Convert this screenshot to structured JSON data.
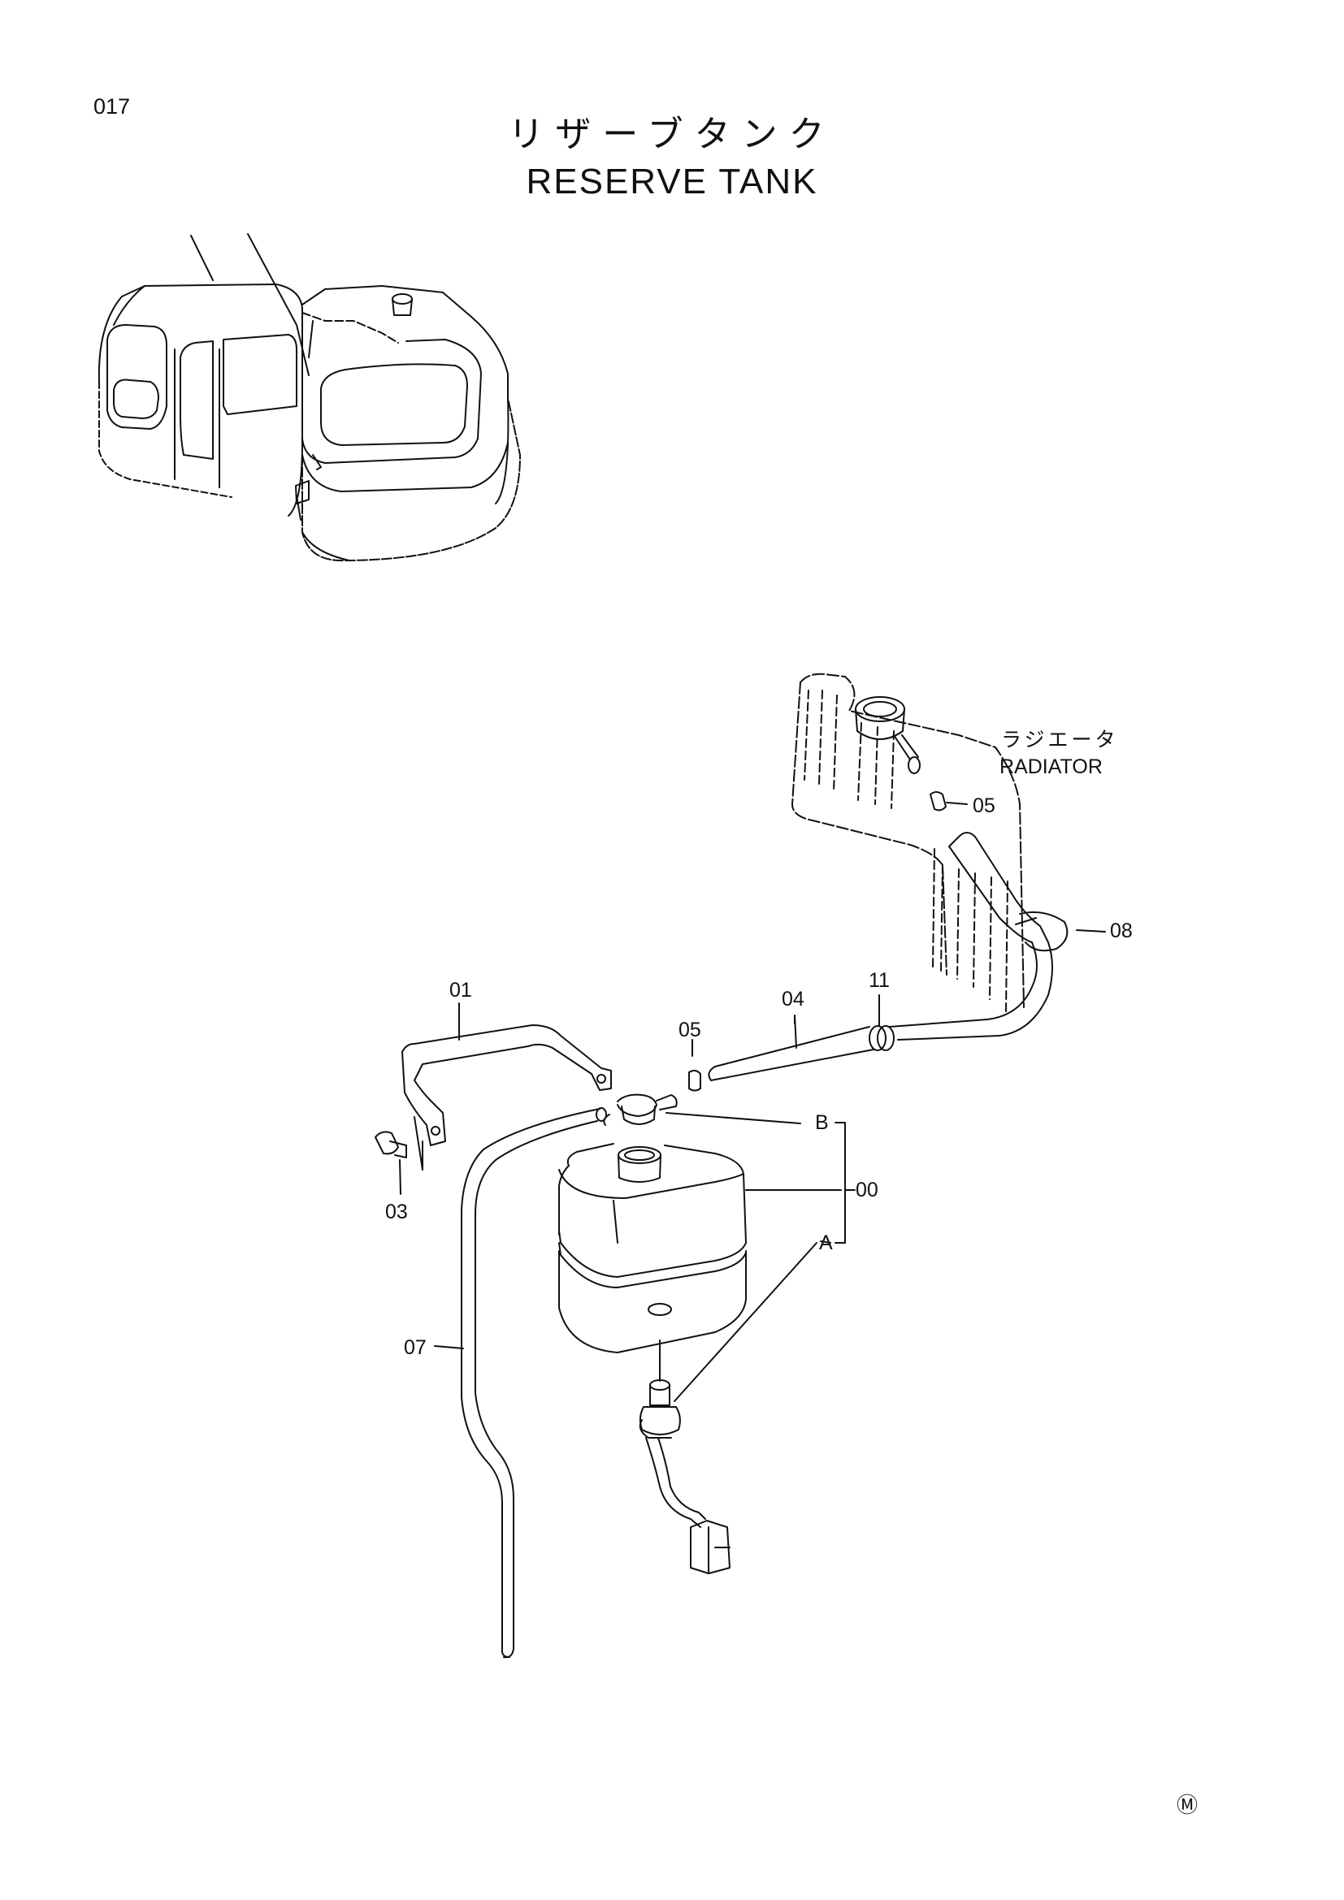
{
  "page_number": "017",
  "title": {
    "japanese": "リザーブタンク",
    "english": "RESERVE TANK"
  },
  "radiator_label": {
    "japanese": "ラジエータ",
    "english": "RADIATOR"
  },
  "callouts": {
    "c01": "01",
    "c03": "03",
    "c04": "04",
    "c05_radiator": "05",
    "c05_tank": "05",
    "c07": "07",
    "c08": "08",
    "c11": "11",
    "c00": "00",
    "cA": "A",
    "cB": "B"
  },
  "corner_mark": "Ⓜ"
}
